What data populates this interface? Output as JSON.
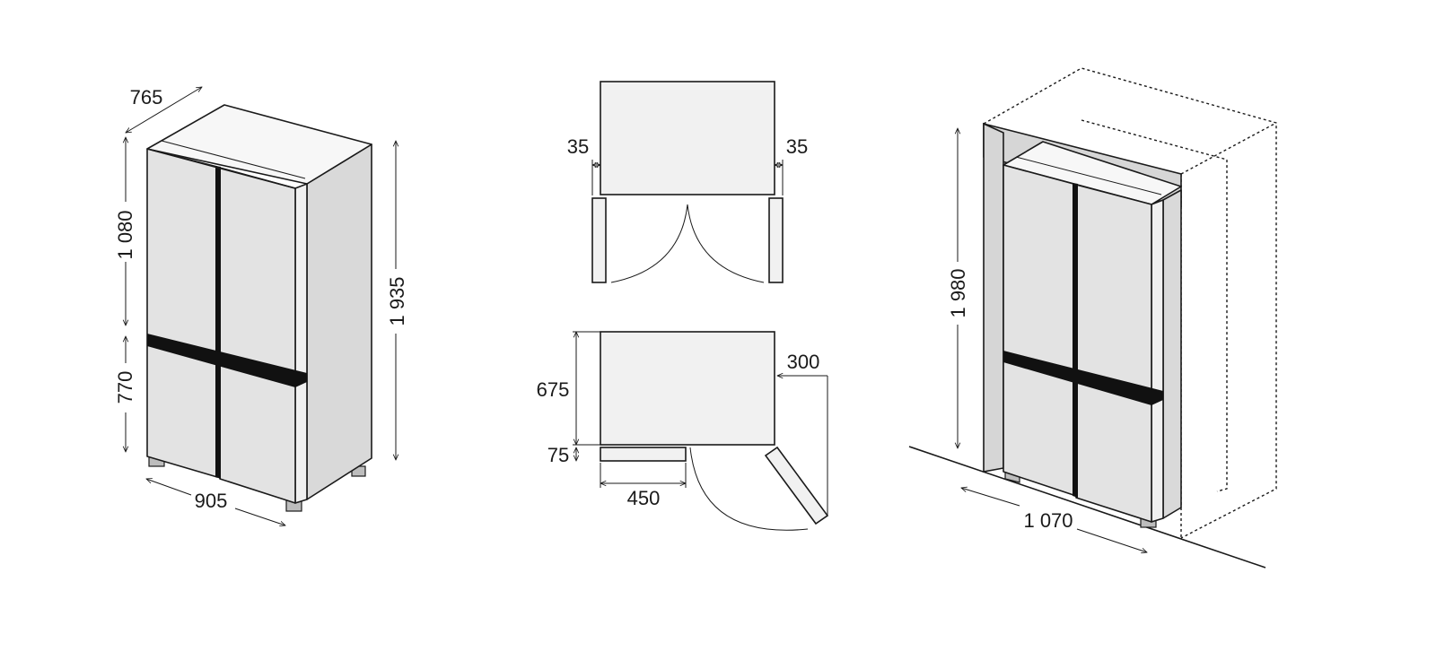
{
  "dimensions": {
    "left": {
      "depth": "765",
      "upper_door": "1 080",
      "lower_door": "770",
      "width": "905",
      "height": "1 935"
    },
    "top_plan": {
      "left_clearance": "35",
      "right_clearance": "35"
    },
    "bottom_plan": {
      "door_swing": "300",
      "body_depth": "675",
      "door_depth": "75",
      "door_width": "450"
    },
    "right": {
      "niche_height": "1 980",
      "niche_width": "1 070"
    }
  },
  "colors": {
    "line": "#1a1a1a",
    "panel": "#e3e3e3",
    "band": "#111111"
  }
}
